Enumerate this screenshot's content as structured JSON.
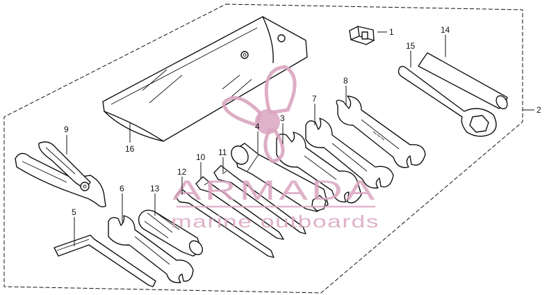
{
  "parts": [
    {
      "num": "1"
    },
    {
      "num": "2"
    },
    {
      "num": "3"
    },
    {
      "num": "4"
    },
    {
      "num": "5"
    },
    {
      "num": "6"
    },
    {
      "num": "7"
    },
    {
      "num": "8"
    },
    {
      "num": "9"
    },
    {
      "num": "10"
    },
    {
      "num": "11"
    },
    {
      "num": "12"
    },
    {
      "num": "13"
    },
    {
      "num": "14"
    },
    {
      "num": "15"
    },
    {
      "num": "16"
    }
  ],
  "watermark": {
    "brand": "ARMADA",
    "tagline": "marine outboards",
    "color": "#d9a5bf"
  }
}
